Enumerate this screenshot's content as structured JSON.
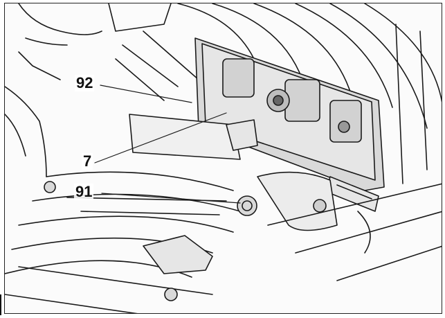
{
  "figure": {
    "callouts": [
      {
        "id": "92",
        "label": "92"
      },
      {
        "id": "7",
        "label": "7"
      },
      {
        "id": "91",
        "label": "91"
      }
    ],
    "colors": {
      "line": "#1a1a1a",
      "shade": "#d9d9d9",
      "highlight": "#e6e6e6",
      "background": "#fbfbfb"
    }
  }
}
